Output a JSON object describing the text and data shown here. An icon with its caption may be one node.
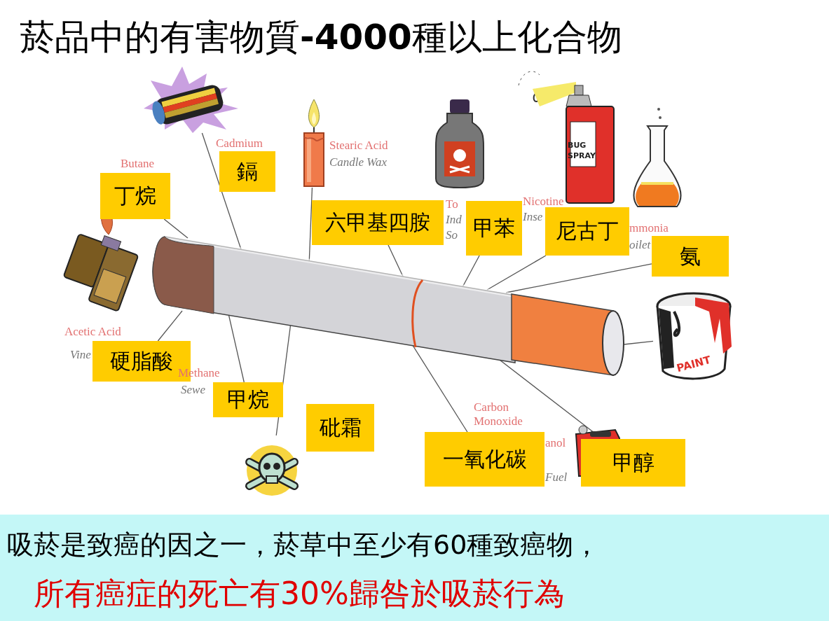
{
  "diagram": {
    "title": "菸品中的有害物質**-4000**種以上化合物",
    "nodes": [
      {
        "text": [],
        "shape": "picture"
      },
      {
        "text": [
          "丁烷"
        ]
      },
      {
        "text": [
          "鎘"
        ]
      },
      {
        "text": [],
        "shape": "picture",
        "beside": [
          "Stearic Acid",
          "Candle Wax"
        ]
      },
      {
        "text": [],
        "shape": "picture"
      },
      {
        "text": [],
        "shape": "picture"
      },
      {
        "text": [],
        "shape": "picture"
      },
      {
        "text": [
          "六甲基四胺"
        ]
      },
      {
        "text": [
          "甲苯"
        ]
      },
      {
        "text": [
          "尼古丁"
        ]
      },
      {
        "text": [
          "氨"
        ]
      },
      {
        "text": [],
        "shape": "picture"
      },
      {
        "text": [],
        "shape": "picture"
      },
      {
        "text": [],
        "shape": "picture"
      },
      {
        "text": [
          "硬脂酸"
        ]
      },
      {
        "text": [
          "甲烷"
        ]
      },
      {
        "text": [
          "砒霜"
        ]
      },
      {
        "text": [],
        "shape": "picture"
      },
      {
        "text": [
          "一氧化碳"
        ]
      },
      {
        "text": [],
        "shape": "picture"
      },
      {
        "text": [
          "甲醇"
        ]
      }
    ],
    "edges": [
      {
        "from": 1,
        "to": 12,
        "arrow": "none"
      },
      {
        "from": 0,
        "to": 12,
        "arrow": "none"
      },
      {
        "from": 3,
        "to": 12,
        "arrow": "none"
      },
      {
        "from": 7,
        "to": 12,
        "arrow": "none"
      },
      {
        "from": 8,
        "to": 12,
        "arrow": "none"
      },
      {
        "from": 9,
        "to": 12,
        "arrow": "none"
      },
      {
        "from": 10,
        "to": 12,
        "arrow": "none"
      },
      {
        "from": 13,
        "to": 12,
        "arrow": "none"
      },
      {
        "from": 14,
        "to": 12,
        "arrow": "none"
      },
      {
        "from": 15,
        "to": 12,
        "arrow": "none"
      },
      {
        "from": 17,
        "to": 12,
        "arrow": "none"
      },
      {
        "from": 18,
        "to": 12,
        "arrow": "none"
      },
      {
        "from": 20,
        "to": 12,
        "arrow": "none"
      }
    ],
    "labels": [
      "Butane",
      "Cadmium",
      "BUG SPRAY",
      "To",
      "Ind",
      "So",
      "Nicotine",
      "Inse",
      "mmonia",
      "oilet",
      "PAINT",
      "Acetic Acid",
      "Vine",
      "Methane",
      "Sewe",
      "Carbon Monoxide",
      "anol",
      "Fuel",
      "吸菸是致癌的因之一，菸草中至少有60種致癌物，",
      "所有癌症的死亡有30%歸咎於吸菸行為"
    ]
  }
}
